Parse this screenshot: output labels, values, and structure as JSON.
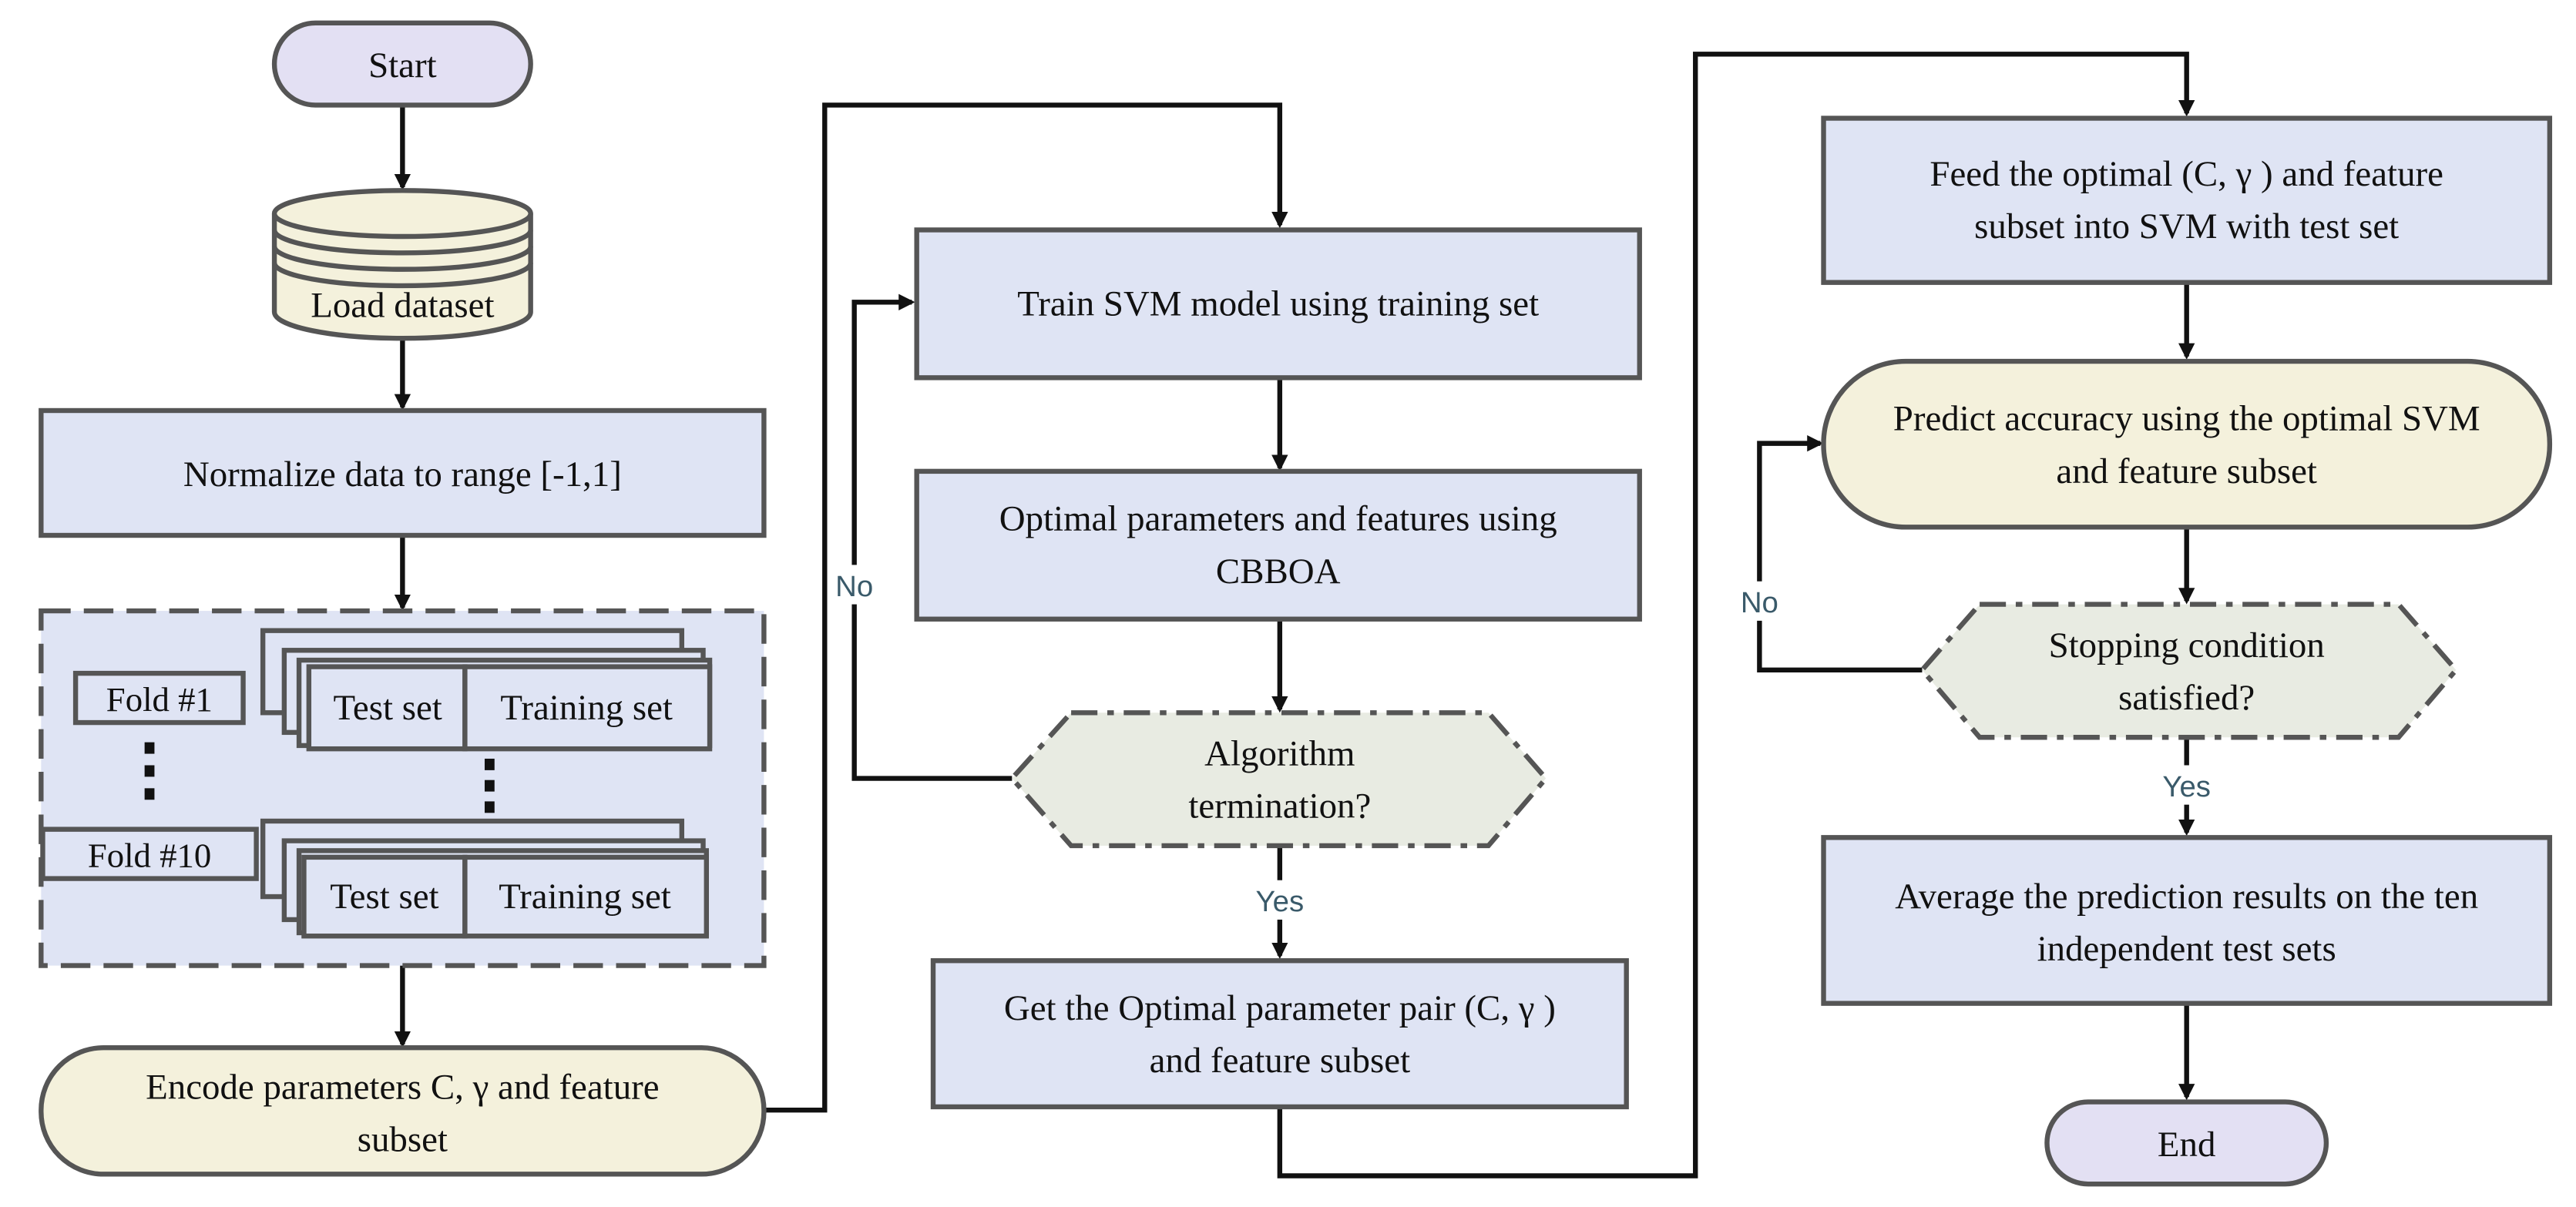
{
  "colors": {
    "process_fill": "#dfe4f4",
    "terminal_fill": "#e3e0f3",
    "io_fill": "#f4f1dc",
    "decision_fill": "#e8ebe2",
    "stroke": "#555555",
    "line": "#111111",
    "label": "#3a5a6a"
  },
  "nodes": {
    "start": "Start",
    "load_dataset": "Load dataset",
    "normalize": "Normalize data to range [-1,1]",
    "fold_1": "Fold #1",
    "fold_10": "Fold #10",
    "test_set_1": "Test set",
    "training_set_1": "Training set",
    "test_set_10": "Test set",
    "training_set_10": "Training set",
    "encode_line1": "Encode parameters C, γ   and feature",
    "encode_line2": "subset",
    "train_svm": "Train SVM model using training set",
    "optimal_params_line1": "Optimal parameters and features using",
    "optimal_params_line2": "CBBOA",
    "algo_term_line1": "Algorithm",
    "algo_term_line2": "termination?",
    "get_optimal_line1": "Get the Optimal parameter pair (C, γ )",
    "get_optimal_line2": "and feature subset",
    "feed_line1": "Feed the optimal (C, γ )  and feature",
    "feed_line2": "subset into SVM with test set",
    "predict_line1": "Predict accuracy using the optimal SVM",
    "predict_line2": "and feature subset",
    "stopping_line1": "Stopping condition",
    "stopping_line2": "satisfied?",
    "average_line1": "Average the prediction results on the ten",
    "average_line2": "independent test sets",
    "end": "End"
  },
  "labels": {
    "no_1": "No",
    "yes_1": "Yes",
    "no_2": "No",
    "yes_2": "Yes"
  }
}
